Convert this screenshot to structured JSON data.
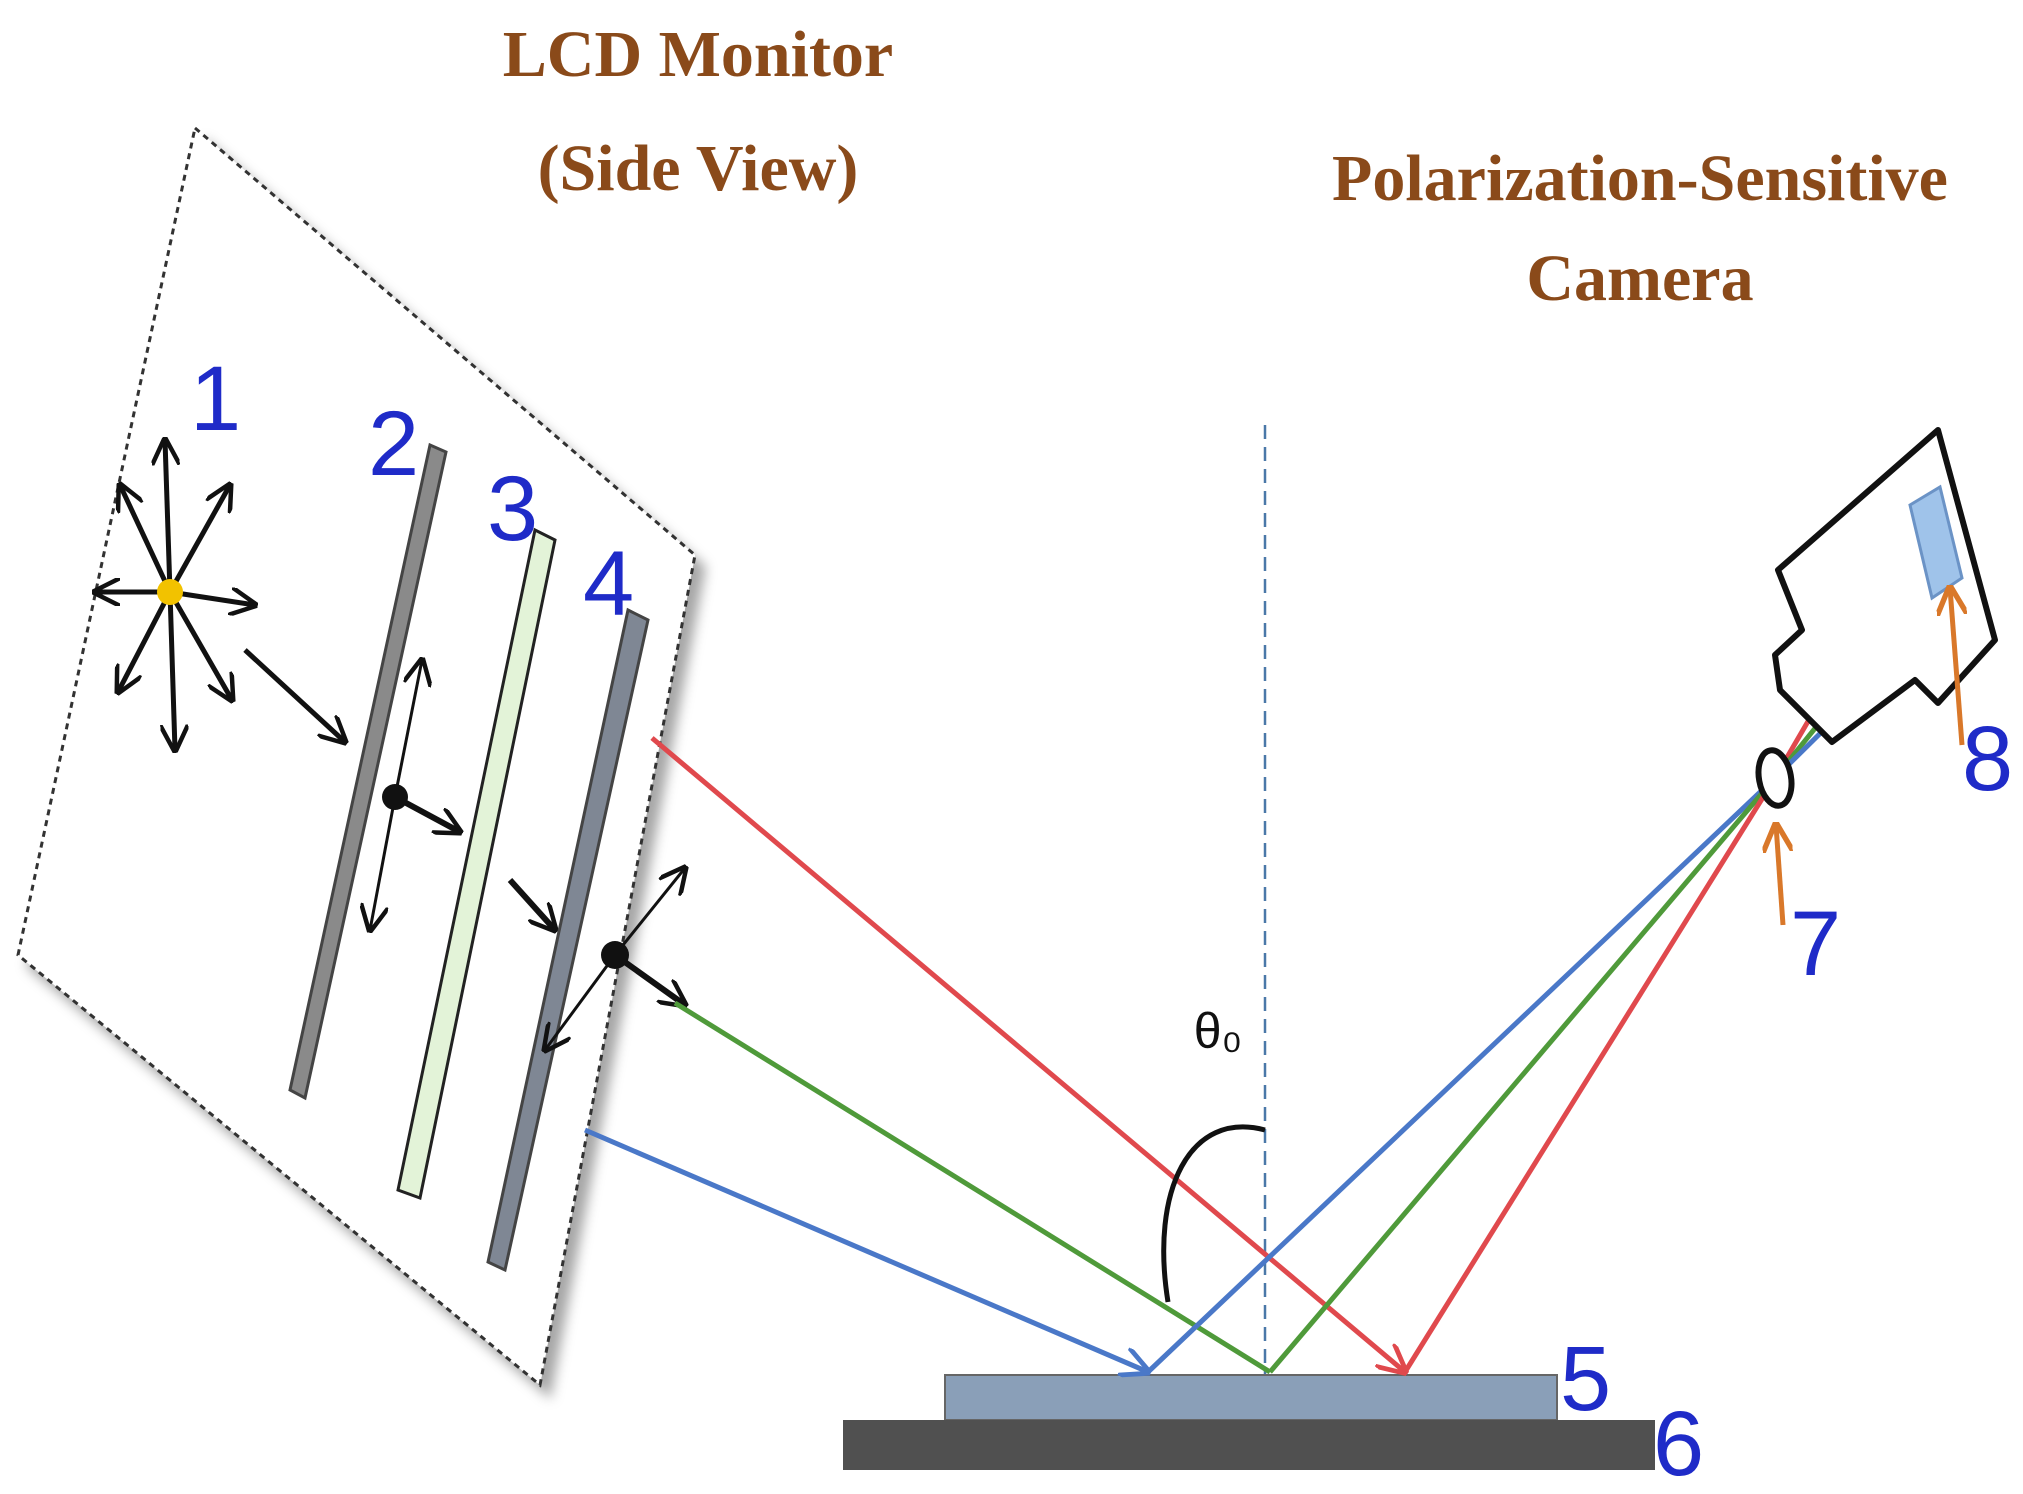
{
  "titles": {
    "lcd_line1": "LCD Monitor",
    "lcd_line2": "(Side View)",
    "camera_line1": "Polarization-Sensitive",
    "camera_line2": "Camera"
  },
  "labels": {
    "n1": "1",
    "n2": "2",
    "n3": "3",
    "n4": "4",
    "n5": "5",
    "n6": "6",
    "n7": "7",
    "n8": "8",
    "theta": "θ₀"
  },
  "colors": {
    "title": "#8a4a1a",
    "numbers": "#1f2bc8",
    "ray_red": "#e0494d",
    "ray_green": "#4f9a3a",
    "ray_blue": "#4a78c8",
    "pointer_orange": "#d9782a",
    "source_dot": "#f2c200"
  }
}
